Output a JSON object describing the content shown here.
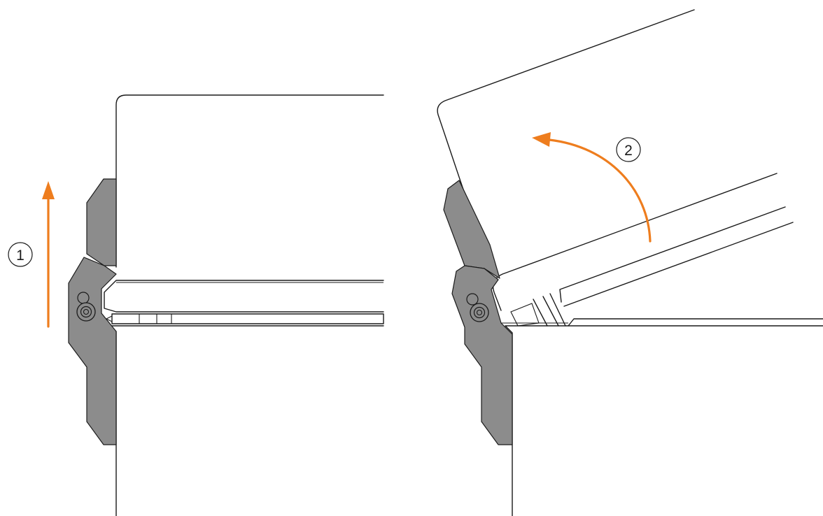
{
  "colors": {
    "arrow": "#ee7d1e",
    "hinge": "#8c8c8c",
    "outline": "#1a1a1a",
    "background": "#ffffff"
  },
  "steps": [
    {
      "number": "1",
      "action": "lift-up",
      "arrow_icon": "straight-up-arrow-icon"
    },
    {
      "number": "2",
      "action": "rotate-open",
      "arrow_icon": "curved-arrow-icon"
    }
  ]
}
